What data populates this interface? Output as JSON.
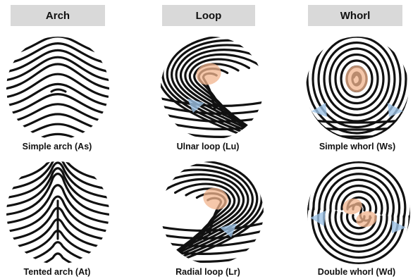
{
  "columns": [
    {
      "header": "Arch",
      "prints": [
        {
          "caption": "Simple arch (As)",
          "pattern": "simple-arch"
        },
        {
          "caption": "Tented arch (At)",
          "pattern": "tented-arch"
        }
      ]
    },
    {
      "header": "Loop",
      "prints": [
        {
          "caption": "Ulnar loop (Lu)",
          "pattern": "ulnar-loop"
        },
        {
          "caption": "Radial loop (Lr)",
          "pattern": "radial-loop"
        }
      ]
    },
    {
      "header": "Whorl",
      "prints": [
        {
          "caption": "Simple whorl (Ws)",
          "pattern": "simple-whorl"
        },
        {
          "caption": "Double whorl (Wd)",
          "pattern": "double-whorl"
        }
      ]
    }
  ],
  "colors": {
    "header_bg": "#d9d9d9",
    "ridge": "#111111",
    "core_highlight": "#f2b48e",
    "delta_highlight": "#9ec3e6"
  }
}
